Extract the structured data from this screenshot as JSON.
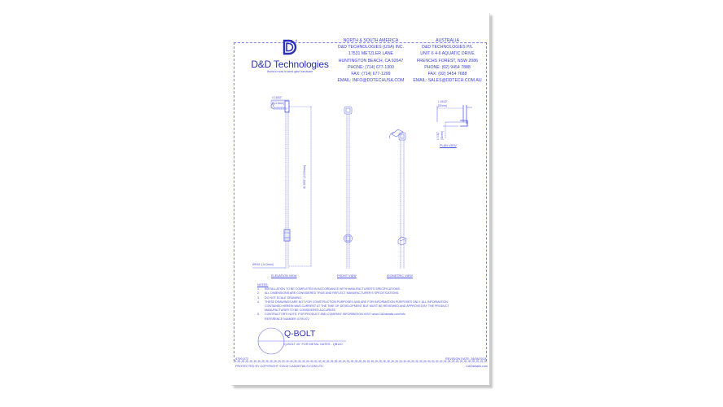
{
  "header": {
    "brand_name": "D&D Technologies",
    "tagline": "World's most trusted gate hardware",
    "logo_icon": "dd-logo-icon",
    "offices": [
      {
        "region": "NORTH & SOUTH AMERICA",
        "company": "D&D TECHNOLOGIES (USA) INC.",
        "street": "17531 METZLER LANE",
        "city": "HUNTINGTON BEACH, CA 92647",
        "phone": "PHONE: (714) 677-1300",
        "fax": "FAX: (714) 677-1299",
        "email": "EMAIL: INFO@DDTECHUSA.COM"
      },
      {
        "region": "AUSTRALIA",
        "company": "D&D TECHNOLOGIES P/L",
        "street": "UNIT 6 4-6 AQUATIC DRIVE",
        "city": "FRENCHS FOREST, NSW 2086",
        "phone": "PHONE: (02) 9454 7888",
        "fax": "FAX: (02) 9454 7688",
        "email": "EMAIL: SALES@DDTECH.COM.AU"
      }
    ]
  },
  "views": {
    "elevation": {
      "label": "ELEVATION VIEW",
      "dim_width_in": "4 15/32\"",
      "dim_width_mm": "[114.3mm]",
      "dim_height": "40 9/32\" [1023mm]",
      "dim_diameter": "Ø9/16\" [14.3mm]"
    },
    "front": {
      "label": "FRONT VIEW"
    },
    "isometric": {
      "label": "ISOMETRIC VIEW"
    },
    "plan": {
      "label": "PLAN VIEW",
      "dim_width_in": "1 15/32\"",
      "dim_width_mm": "[37mm]",
      "dim_depth_in": "1 7/32\"",
      "dim_depth_mm": "[31mm]"
    }
  },
  "notes": {
    "heading": "NOTES:",
    "items": [
      {
        "num": "1.",
        "text": "INSTALLATION TO BE COMPLETED IN ACCORDANCE WITH MANUFACTURER'S SPECIFICATIONS."
      },
      {
        "num": "2.",
        "text": "ALL DIMENSIONS ARE CONSIDERED TRUE AND REFLECT MANUFACTURER'S SPECIFICATIONS."
      },
      {
        "num": "3.",
        "text": "DO NOT SCALE DRAWING."
      },
      {
        "num": "4.",
        "text": "THESE DRAWINGS ARE NOT FOR CONSTRUCTION PURPOSES AND ARE FOR INFORMATION PURPOSES ONLY. ALL INFORMATION"
      },
      {
        "num": "",
        "text": "CONTAINED HEREIN WAS CURRENT AT THE TIME OF DEVELOPMENT BUT MUST BE REVIEWED AND APPROVED BY THE PRODUCT"
      },
      {
        "num": "",
        "text": "MANUFACTURER TO BE CONSIDERED ACCURATE."
      },
      {
        "num": "5.",
        "text": "CONTRACTOR'S NOTE: FOR PRODUCT AND COMPANY INFORMATION VISIT www.CADdetails.com/info"
      },
      {
        "num": "",
        "text": "REFERENCE NUMBER 4799-072"
      }
    ]
  },
  "title_block": {
    "title": "Q-BOLT",
    "subtitle": "Q-BOLT 40\" FOR METAL GATES - QB140"
  },
  "footer": {
    "drawing_number": "4799-072",
    "revision_date": "REVISION DATE: 28/08/2019",
    "copyright": "PROTECTED BY COPYRIGHT ©2019 CADDETAILS.COM LTD",
    "site": "CADdetails.com"
  },
  "colors": {
    "line_blue": "#5b60e6",
    "text_blue": "#3a3fd6",
    "brand_blue": "#2b2fb8",
    "shadow_gray": "#c8c8c8"
  }
}
